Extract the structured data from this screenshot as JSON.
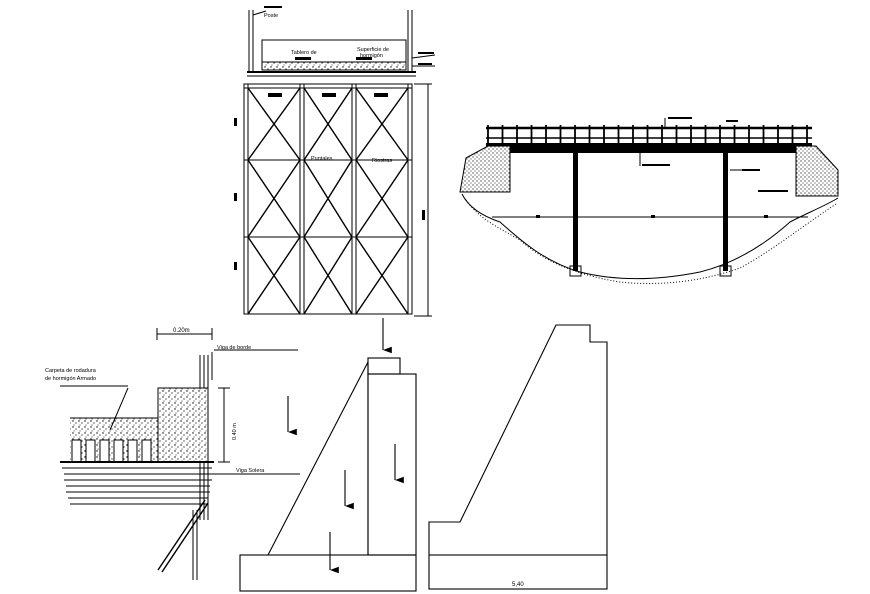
{
  "drawing": {
    "truss_elevation": {
      "labels": {
        "top": "Poste",
        "deck": "Tablero de",
        "surface": "Superficie de",
        "surface2": "hormigón",
        "struts": "Puntales",
        "braces": "Riostras"
      }
    },
    "edge_detail": {
      "labels": {
        "width": "0.20m",
        "edge_beam": "Viga de borde",
        "slab": "Carpeta de rodadura",
        "slab2": "de hormigón  Armado",
        "height": "0.40 m",
        "sole_beam": "Viga Solera"
      }
    },
    "abutment_section": {
      "labels": {
        "base_width": "5,40"
      }
    },
    "colors": {
      "line": "#000000",
      "background": "#ffffff"
    }
  }
}
